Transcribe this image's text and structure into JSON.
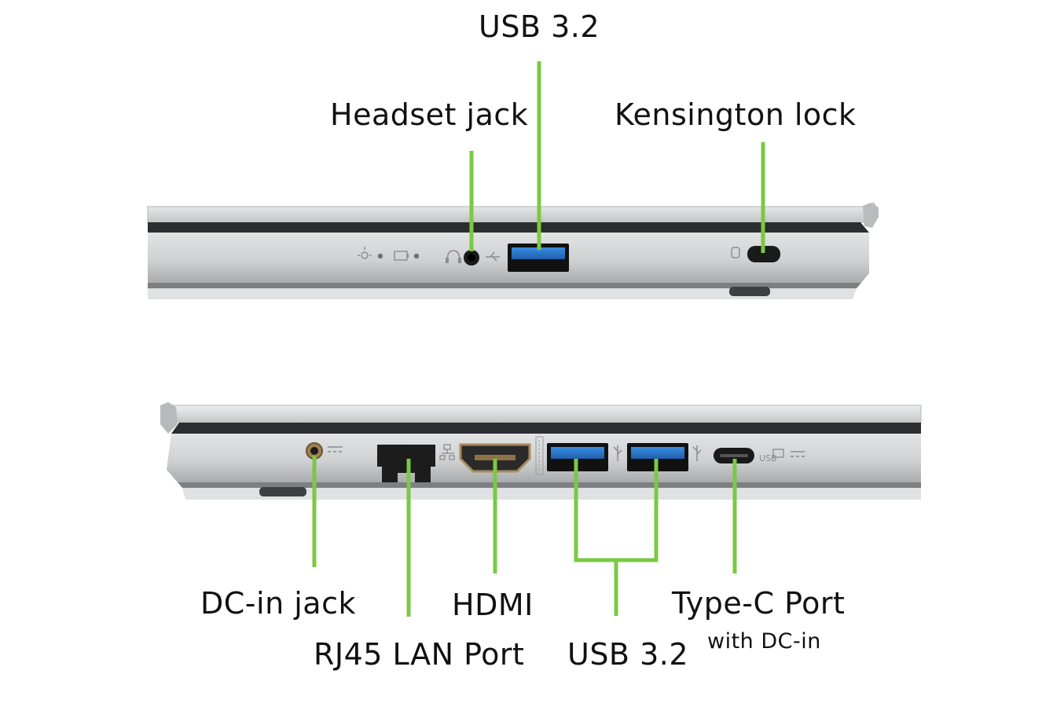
{
  "right_side": {
    "labels": {
      "usb": "USB 3.2",
      "headset": "Headset jack",
      "kensington": "Kensington lock"
    }
  },
  "left_side": {
    "labels": {
      "dc_in": "DC-in jack",
      "rj45": "RJ45 LAN Port",
      "hdmi": "HDMI",
      "usb": "USB 3.2",
      "type_c": "Type-C Port",
      "type_c_sub": "with DC-in"
    }
  },
  "colors": {
    "callout_line": "#7ac943",
    "chassis": "#c9cbcd",
    "usb_port": "#2a74c6",
    "port_dark": "#1c1c1c"
  }
}
